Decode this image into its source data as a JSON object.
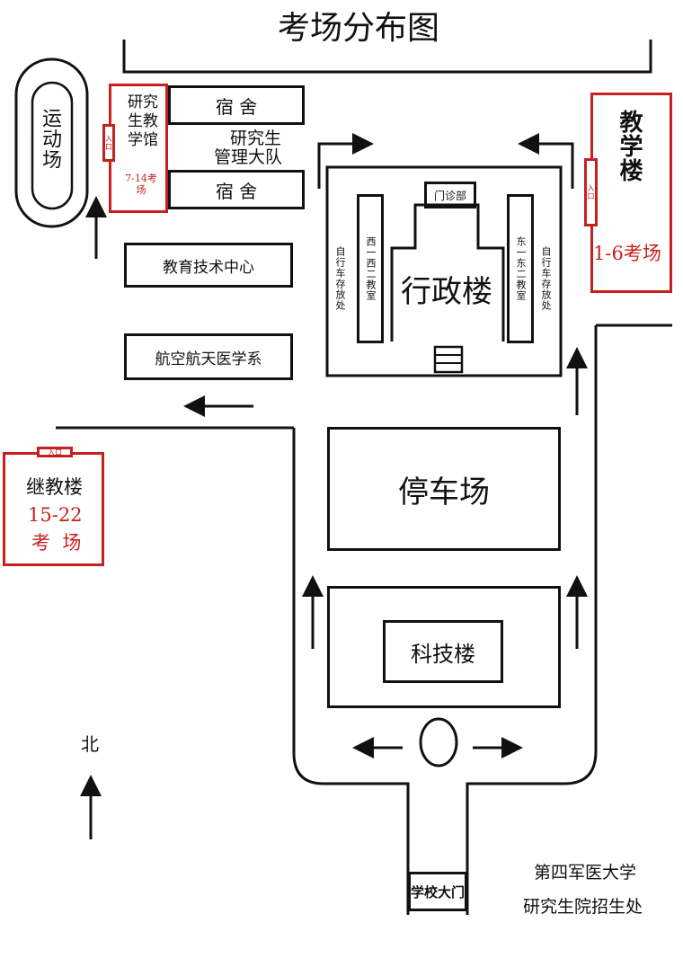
{
  "title": "考场分布图",
  "buildings": {
    "sports_field": "运动场",
    "grad_teaching": "研究生教学馆",
    "grad_teaching_rooms": "7-14考场",
    "dorm_top": "宿 舍",
    "dorm_bottom": "宿 舍",
    "grad_management_line1": "研究生",
    "grad_management_line2": "管理大队",
    "edu_tech_center": "教育技术中心",
    "aerospace_med": "航空航天医学系",
    "teaching_building": "教学楼",
    "teaching_rooms": "1-6考场",
    "clinic": "门诊部",
    "west_classroom": "西一西二教室",
    "east_classroom": "东一东二教室",
    "bike_left": "自行车存放处",
    "bike_right": "自行车存放处",
    "admin": "行政楼",
    "continuing_edu": "继教楼",
    "continuing_rooms_line1": "15-22",
    "continuing_rooms_line2": "考  场",
    "parking": "停车场",
    "sci_tech": "科技楼",
    "school_gate": "学校大门"
  },
  "entrance_label": "入口",
  "north_label": "北",
  "footer": {
    "line1": "第四军医大学",
    "line2": "研究生院招生处"
  },
  "colors": {
    "line": "#111111",
    "exam_highlight": "#c8201e"
  }
}
